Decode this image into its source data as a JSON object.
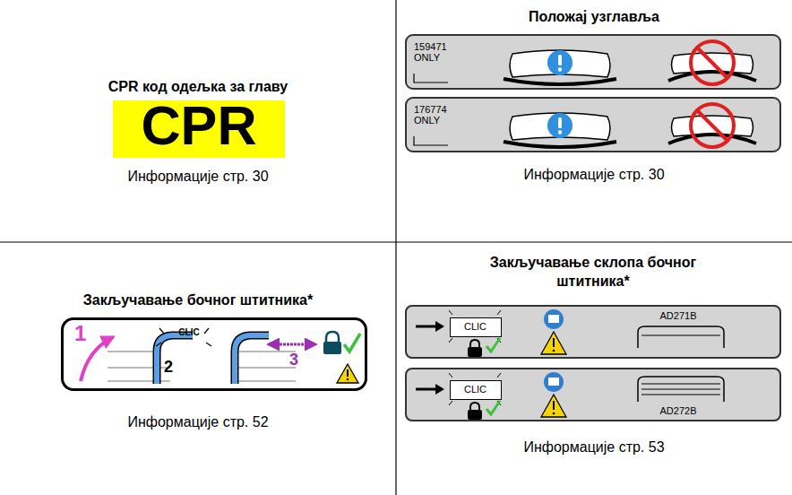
{
  "diagram": {
    "nodes": [
      {
        "text": [
          "CPR"
        ]
      },
      {
        "text": [
          "159471 ONLY"
        ]
      },
      {
        "text": [
          "176774 ONLY"
        ]
      },
      {
        "text": [
          "1",
          "CLIC",
          "2",
          "3"
        ]
      },
      {
        "text": [
          "AD271B"
        ]
      },
      {
        "text": [
          "CLIC"
        ],
        "in": 4
      },
      {
        "text": [
          "AD272B"
        ]
      },
      {
        "text": [
          "CLIC"
        ],
        "in": 6
      }
    ],
    "labels": [
      "CPR код одељка за главу",
      "Информације стр. 30",
      "Положај узглавља",
      "Информације стр. 30",
      "Закључавање бочног штитника*",
      "Информације стр. 52",
      "Закључавање склопа бочног штитника*",
      "Информације стр. 53"
    ]
  }
}
